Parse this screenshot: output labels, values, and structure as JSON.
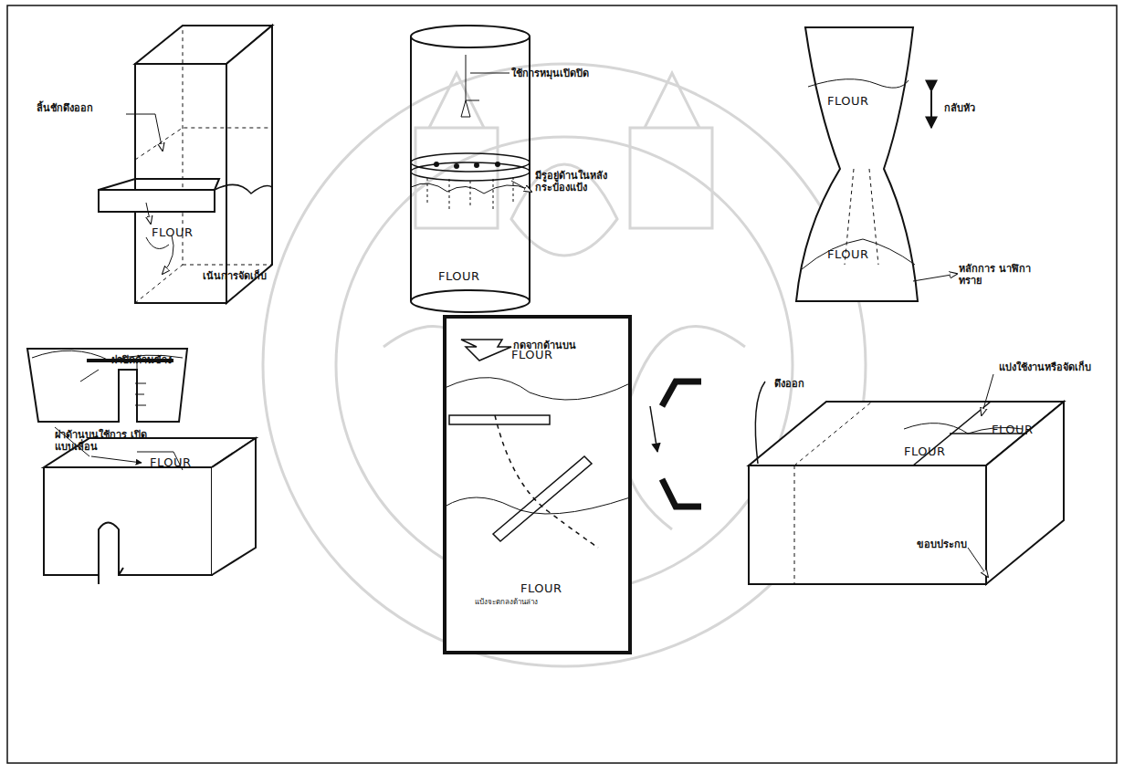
{
  "diagram": {
    "labels": [
      "ลิ้นชักดึงออก",
      "FLOUR",
      "เน้นการจัดเก็บ",
      "ใช้การหมุนเปิดปิด",
      "มีรูอยู่ด้านในหลัง กระป๋องแป้ง",
      "FLOUR",
      "กลับหัว",
      "FLOUR",
      "FLOUR",
      "หลักการ นาฬิกาทราย",
      "ฝาปิดด้านข้าง",
      "ฝาด้านบนใช้การ เปิดแบบเลื่อน",
      "FLOUR",
      "กดจากด้านบน",
      "FLOUR",
      "FLOUR",
      "แป้งจะตกลงด้านล่าง",
      "ดึงออก",
      "แบ่งใช้งานหรือจัดเก็บ",
      "FLOUR",
      "FLOUR",
      "ขอบประกบ"
    ]
  }
}
